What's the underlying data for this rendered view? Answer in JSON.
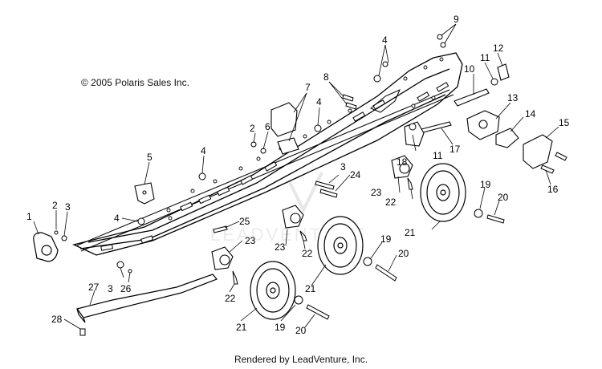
{
  "copyright": "© 2005 Polaris Sales Inc.",
  "footer": "Rendered by LeadVenture, Inc.",
  "watermark": "LEADVENTURE",
  "callouts": [
    "1",
    "2",
    "3",
    "4",
    "5",
    "6",
    "7",
    "8",
    "9",
    "10",
    "11",
    "12",
    "13",
    "14",
    "15",
    "16",
    "17",
    "18",
    "19",
    "20",
    "21",
    "22",
    "23",
    "24",
    "25",
    "26",
    "27",
    "28"
  ]
}
